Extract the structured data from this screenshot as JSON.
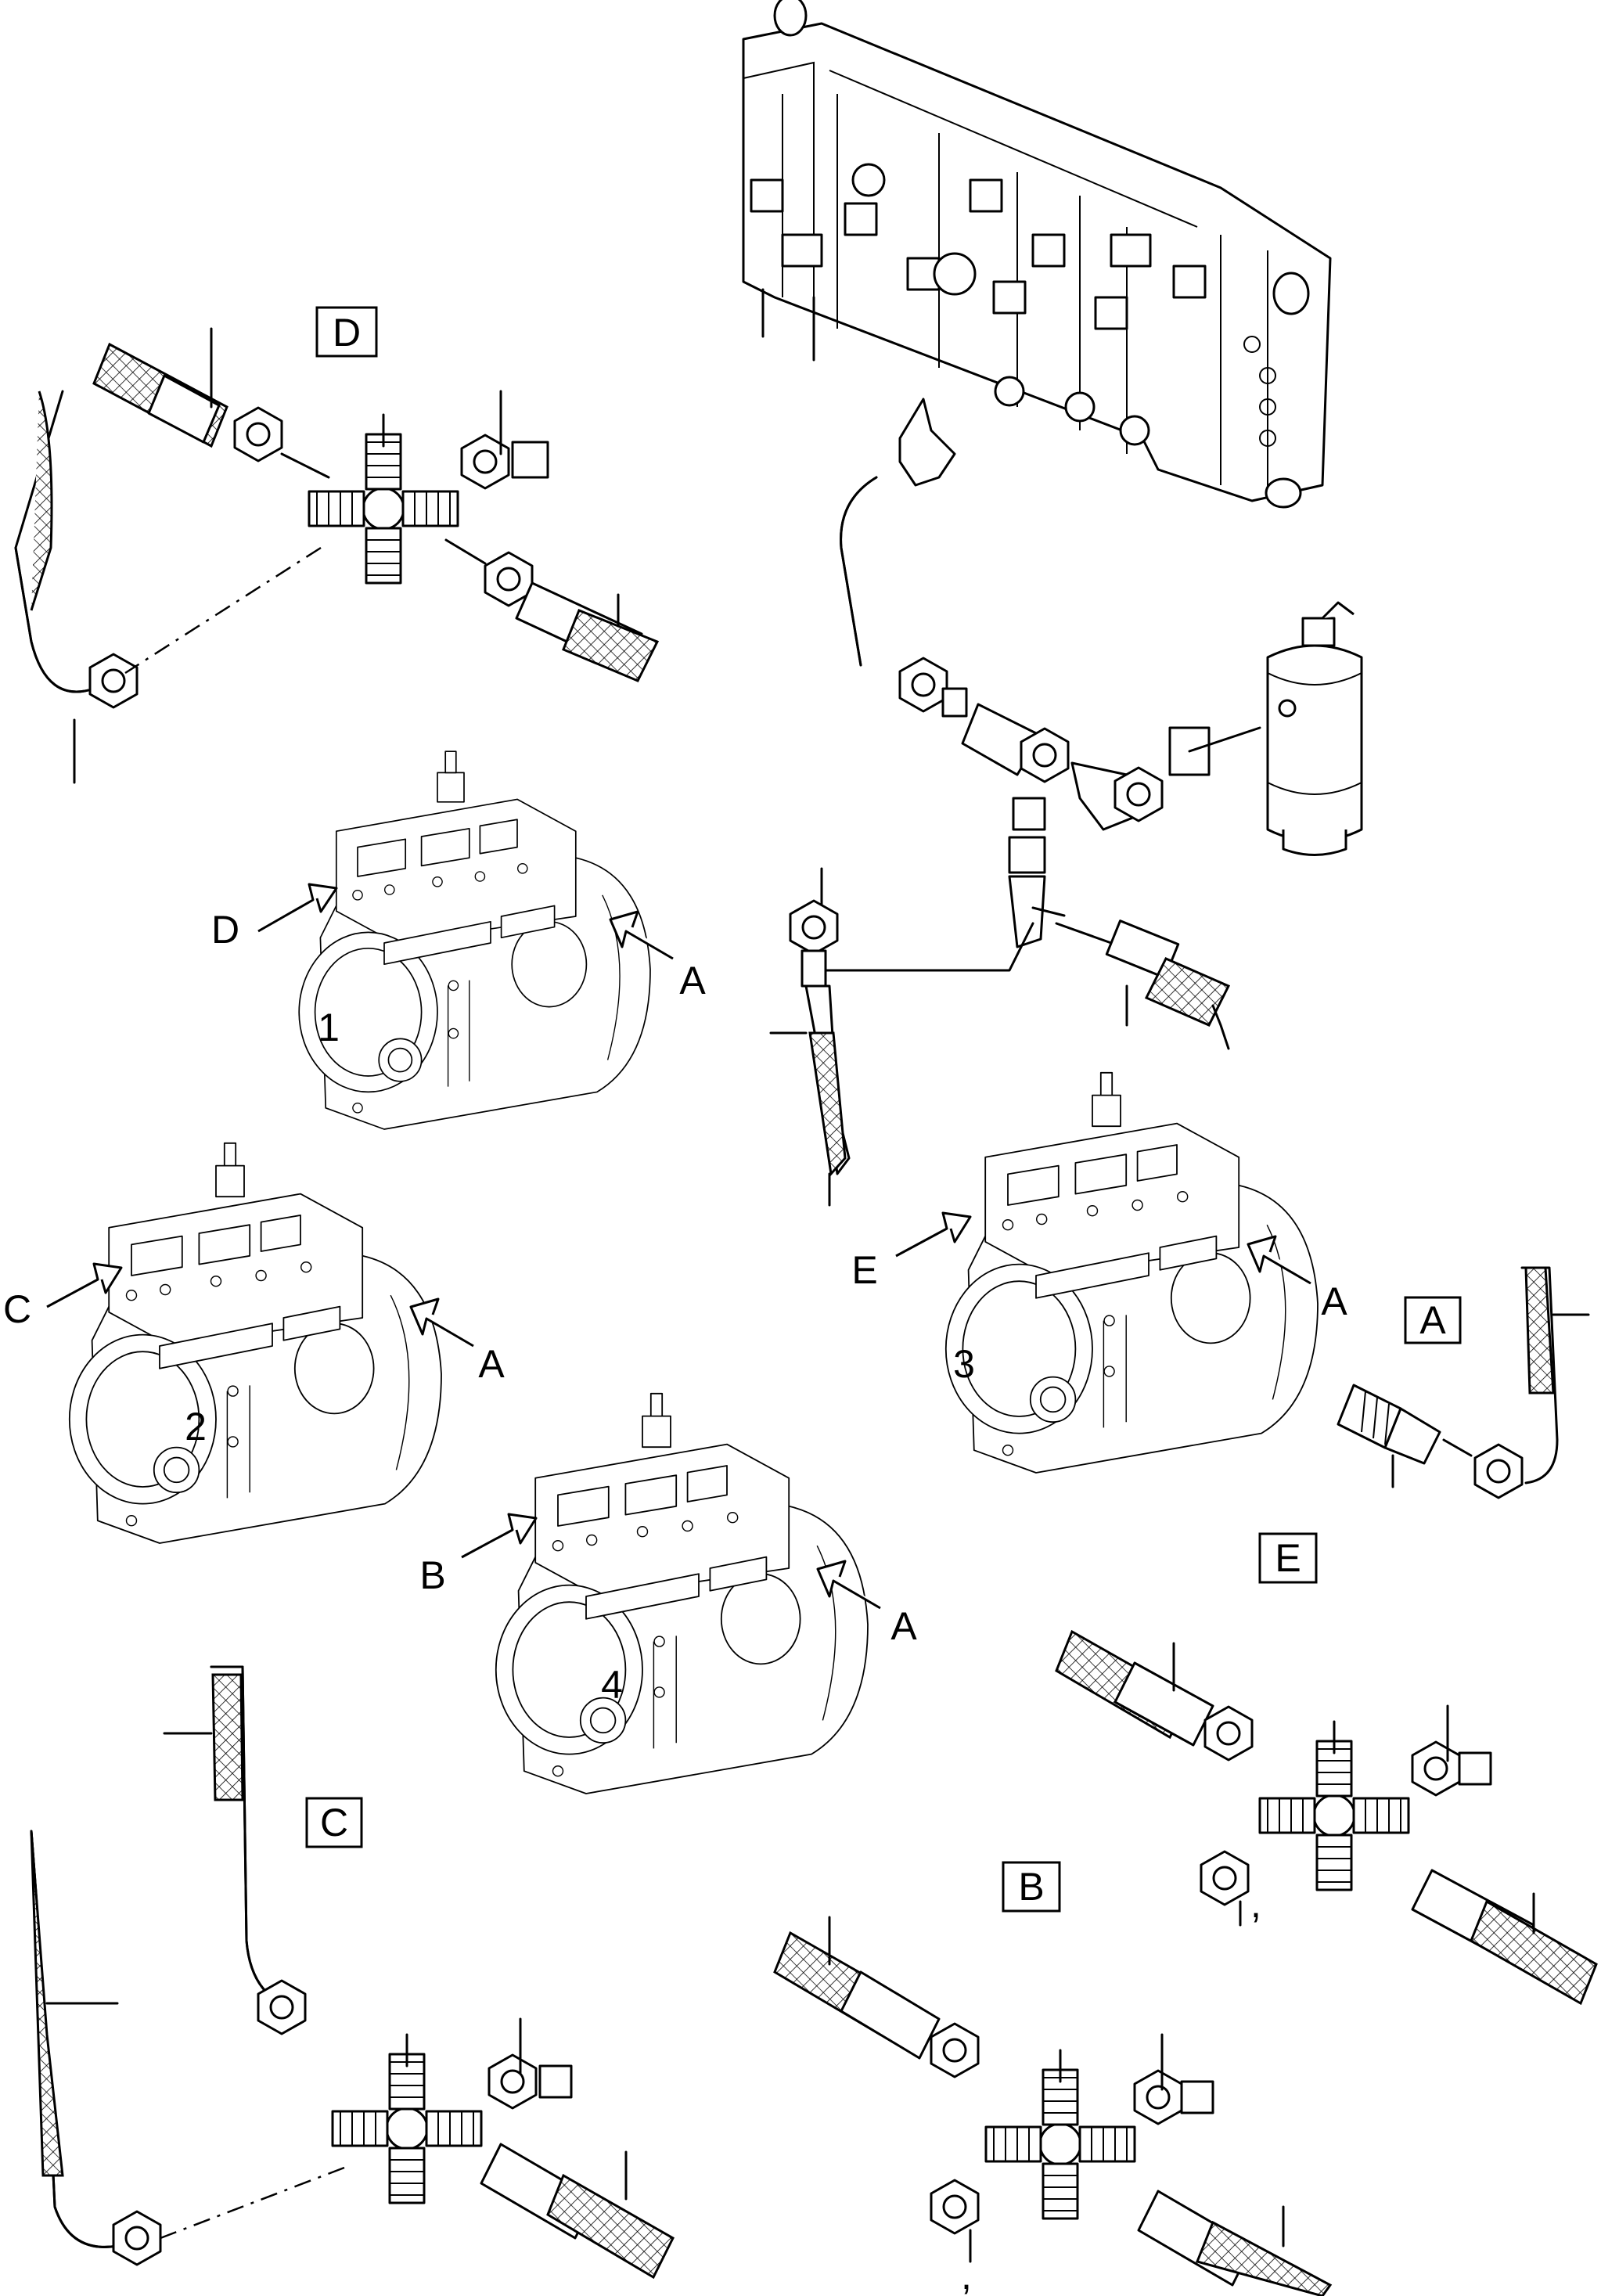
{
  "detail_views": {
    "D": {
      "label": "D"
    },
    "A": {
      "label": "A"
    },
    "E": {
      "label": "E"
    },
    "B": {
      "label": "B"
    },
    "C": {
      "label": "C"
    }
  },
  "pumps": [
    {
      "number": "1",
      "arrows": [
        "D",
        "A"
      ]
    },
    {
      "number": "2",
      "arrows": [
        "C",
        "A"
      ]
    },
    {
      "number": "3",
      "arrows": [
        "E",
        "A"
      ]
    },
    {
      "number": "4",
      "arrows": [
        "B",
        "A"
      ]
    }
  ],
  "marks": {
    "tick_e": ",",
    "tick_b": ","
  },
  "colors": {
    "ink": "#000000",
    "paper": "#ffffff"
  }
}
